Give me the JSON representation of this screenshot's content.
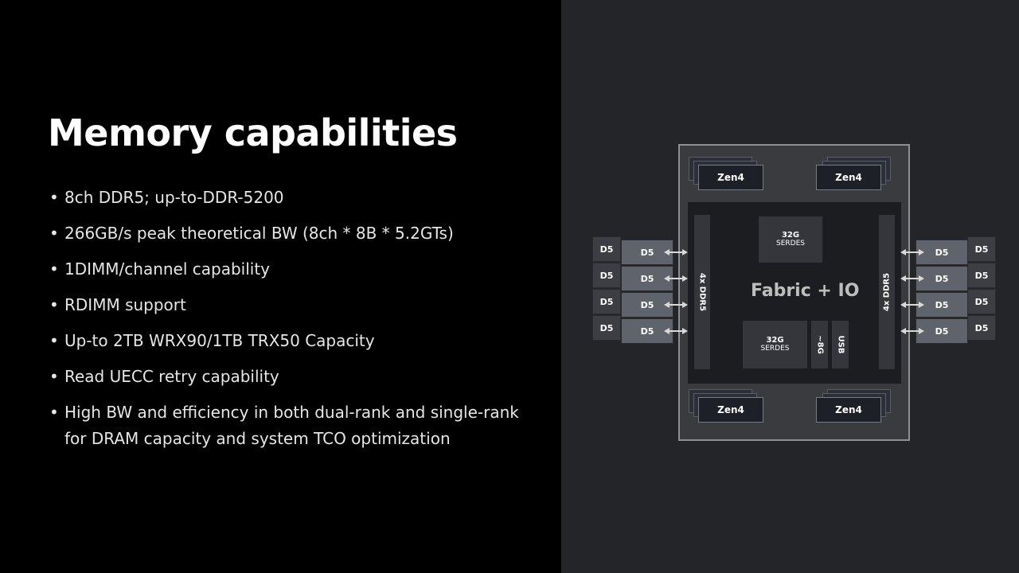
{
  "slide": {
    "title": "Memory capabilities",
    "bullet_symbol": "•",
    "bullets": [
      "8ch DDR5; up-to-DDR-5200",
      "266GB/s peak theoretical BW (8ch * 8B * 5.2GTs)",
      "1DIMM/channel capability",
      "RDIMM support",
      "Up-to 2TB WRX90/1TB TRX50 Capacity",
      "Read UECC retry capability",
      "High BW and efficiency in both dual-rank and single-rank for DRAM capacity and system TCO optimization"
    ]
  },
  "diagram": {
    "ccd_label": "Zen4",
    "io_die_label": "Fabric + IO",
    "ddr_left_label": "4x DDR5",
    "ddr_right_label": "4x DDR5",
    "serdes_top": {
      "line1": "32G",
      "line2": "SERDES"
    },
    "serdes_bottom": {
      "line1": "32G",
      "line2": "SERDES"
    },
    "small_block_label": "~8G",
    "usb_label": "USB",
    "dimm_label": "D5",
    "colors": {
      "panel_bg": "#242529",
      "package_border": "#909090",
      "die_bg": "#1c1d20",
      "dimm_front": "#5f636b",
      "arrow": "#d9d9d9"
    }
  }
}
